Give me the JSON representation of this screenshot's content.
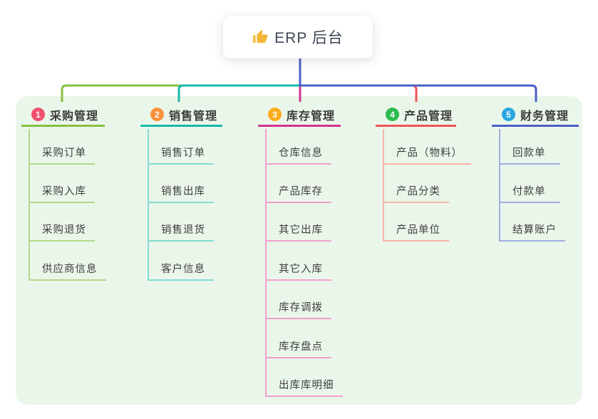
{
  "root": {
    "title": "ERP 后台",
    "icon": "thumbs-up-icon",
    "connector_color": "#4a5fc8"
  },
  "panel": {
    "background": "#ebf6ea"
  },
  "branches": [
    {
      "index": "1",
      "title": "采购管理",
      "badge_color": "#f0516e",
      "line_color": "#86c043",
      "child_line_color": "#b2d88a",
      "children": [
        "采购订单",
        "采购入库",
        "采购退货",
        "供应商信息"
      ]
    },
    {
      "index": "2",
      "title": "销售管理",
      "badge_color": "#f9923d",
      "line_color": "#16b8ab",
      "child_line_color": "#82dcd2",
      "children": [
        "销售订单",
        "销售出库",
        "销售退货",
        "客户信息"
      ]
    },
    {
      "index": "3",
      "title": "库存管理",
      "badge_color": "#fbab1b",
      "line_color": "#d2338f",
      "child_line_color": "#f19fce",
      "children": [
        "仓库信息",
        "产品库存",
        "其它出库",
        "其它入库",
        "库存调拨",
        "库存盘点",
        "出库库明细"
      ]
    },
    {
      "index": "4",
      "title": "产品管理",
      "badge_color": "#2fbc50",
      "line_color": "#f05355",
      "child_line_color": "#f7b3ab",
      "children": [
        "产品（物料）",
        "产品分类",
        "产品单位"
      ]
    },
    {
      "index": "5",
      "title": "财务管理",
      "badge_color": "#29a7df",
      "line_color": "#4a5fc8",
      "child_line_color": "#9fafdf",
      "children": [
        "回款单",
        "付款单",
        "结算账户"
      ]
    }
  ]
}
